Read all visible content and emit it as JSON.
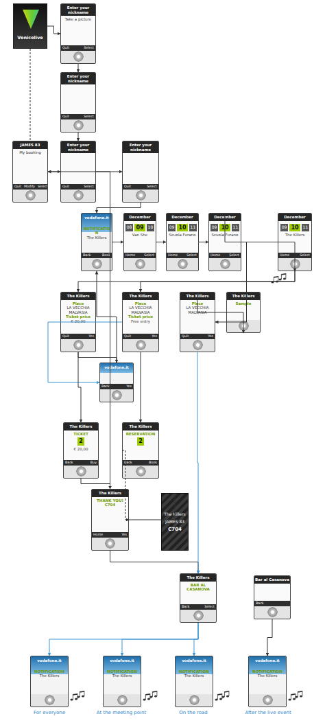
{
  "diagram": {
    "nodes": [
      {
        "text": [
          "Venicelive"
        ]
      },
      {
        "text": [
          "Enter your nickname",
          "Take a picture",
          "Quit",
          "Select"
        ]
      },
      {
        "text": [
          "Enter your nickname",
          "Quit",
          "Select"
        ]
      },
      {
        "text": [
          "JAMES 83",
          "My booking",
          "Quit",
          "Modify",
          "Select"
        ]
      },
      {
        "text": [
          "Enter your nickname",
          "Quit",
          "Select"
        ]
      },
      {
        "text": [
          "Enter your nickname",
          "Quit",
          "Select"
        ]
      },
      {
        "text": [
          "vodafone.it",
          "NOTIFICATION",
          "The Killers",
          "Back",
          "Book"
        ]
      },
      {
        "text": [
          "December",
          "08",
          "09",
          "10",
          "Van She",
          "Home",
          "Select"
        ]
      },
      {
        "text": [
          "December",
          "09",
          "10",
          "11",
          "Scuola Furano",
          "Home",
          "Select"
        ]
      },
      {
        "text": [
          "December",
          "09",
          "10",
          "11",
          "Scuola Furano",
          "Home",
          "Select"
        ]
      },
      {
        "text": [
          "December",
          "09",
          "10",
          "11",
          "The Killers",
          "Home",
          "Select"
        ]
      },
      {
        "text": [
          "The Killers",
          "Place",
          "LA VECCHIA MALVASIA",
          "Ticket price",
          "€ 20,00",
          "Quit",
          "Yes"
        ]
      },
      {
        "text": [
          "The Killers",
          "Place",
          "LA VECCHIA MALVASIA",
          "Ticket price",
          "Free entry",
          "Quit",
          "Yes"
        ]
      },
      {
        "text": [
          "The Killers",
          "Place",
          "LA VECCHIA MALVASIA",
          "Quit",
          "Yes"
        ]
      },
      {
        "text": [
          "The Killers",
          "Sample"
        ]
      },
      {
        "text": [
          "vodafone.it",
          "Back",
          "Yes"
        ]
      },
      {
        "text": [
          "The Killers",
          "TICKET",
          "2",
          "€ 20,00",
          "Back",
          "Buy"
        ]
      },
      {
        "text": [
          "The Killers",
          "RESERVATION",
          "2",
          "Back",
          "Book"
        ]
      },
      {
        "text": [
          "The Killers",
          "THANK YOU!",
          "C704",
          "Home",
          "Yes"
        ]
      },
      {
        "text": [
          "The Killers",
          "JAMES 83",
          "C704"
        ]
      },
      {
        "text": [
          "The Killers",
          "BAR AL CASANOVA",
          "Back",
          "Select"
        ]
      },
      {
        "text": [
          "Bar al Casanova",
          "Back"
        ]
      },
      {
        "text": [
          "vodafone.it",
          "NOTIFICATION",
          "The Killers"
        ]
      },
      {
        "text": [
          "vodafone.it",
          "NOTIFICATION",
          "The Killers"
        ]
      },
      {
        "text": [
          "vodafone.it",
          "NOTIFICATION",
          "The Killers"
        ]
      },
      {
        "text": [
          "vodafone.it",
          "NOTIFICATION",
          "The Killers"
        ]
      }
    ],
    "edges": [
      {
        "from": 0,
        "to": 1,
        "arrow": "to"
      },
      {
        "from": 0,
        "to": 3,
        "arrow": "none"
      },
      {
        "from": 1,
        "to": 2,
        "arrow": "to"
      },
      {
        "from": 2,
        "to": 4,
        "arrow": "to"
      },
      {
        "from": 3,
        "to": 4,
        "arrow": "to"
      },
      {
        "from": 4,
        "to": 5,
        "arrow": "to"
      },
      {
        "from": 5,
        "to": 6,
        "arrow": "to"
      },
      {
        "from": 6,
        "to": 7,
        "arrow": "to"
      },
      {
        "from": 7,
        "to": 8,
        "arrow": "to"
      },
      {
        "from": 8,
        "to": 9,
        "arrow": "to"
      },
      {
        "from": 9,
        "to": 10,
        "arrow": "to"
      },
      {
        "from": 10,
        "to": 11,
        "arrow": "to"
      },
      {
        "from": 10,
        "to": 12,
        "arrow": "to"
      },
      {
        "from": 10,
        "to": 13,
        "arrow": "to"
      },
      {
        "from": 13,
        "to": 14,
        "arrow": "to"
      },
      {
        "from": 11,
        "to": 15,
        "arrow": "to"
      },
      {
        "from": 12,
        "to": 15,
        "arrow": "to"
      },
      {
        "from": 15,
        "to": 6,
        "arrow": "to"
      },
      {
        "from": 11,
        "to": 16,
        "arrow": "to"
      },
      {
        "from": 12,
        "to": 17,
        "arrow": "to"
      },
      {
        "from": 16,
        "to": 18,
        "arrow": "to"
      },
      {
        "from": 17,
        "to": 18,
        "arrow": "to"
      },
      {
        "from": 18,
        "to": 19,
        "arrow": "none"
      },
      {
        "from": 18,
        "to": 3,
        "arrow": "to"
      },
      {
        "from": 18,
        "to": 20,
        "arrow": "to"
      },
      {
        "from": 13,
        "to": 20,
        "arrow": "to"
      },
      {
        "from": 20,
        "to": 22,
        "arrow": "to"
      },
      {
        "from": 20,
        "to": 23,
        "arrow": "to"
      },
      {
        "from": 20,
        "to": 24,
        "arrow": "to"
      },
      {
        "from": 21,
        "to": 25,
        "arrow": "to"
      }
    ],
    "labels": [
      "For everyone",
      "At the meeting point",
      "On the road",
      "After the live event"
    ]
  }
}
